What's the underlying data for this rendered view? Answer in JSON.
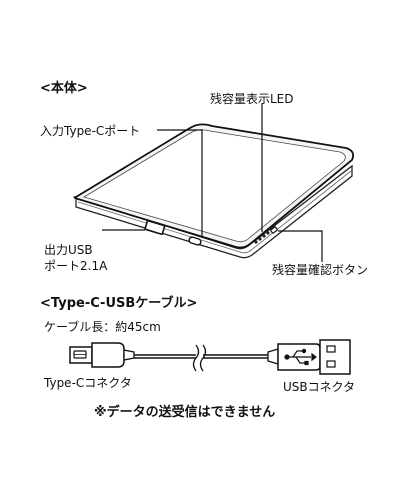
{
  "body_section": {
    "heading": "<本体>",
    "labels": {
      "led": "残容量表示LED",
      "input_port": "入力Type-Cポート",
      "output_usb_line1": "出力USB",
      "output_usb_line2": "ポート2.1A",
      "check_button": "残容量確認ボタン"
    }
  },
  "cable_section": {
    "heading": "<Type-C-USBケーブル>",
    "cable_length": "ケーブル長：約45cm",
    "labels": {
      "type_c_connector": "Type-Cコネクタ",
      "usb_connector": "USBコネクタ"
    },
    "note": "※データの送受信はできません"
  }
}
